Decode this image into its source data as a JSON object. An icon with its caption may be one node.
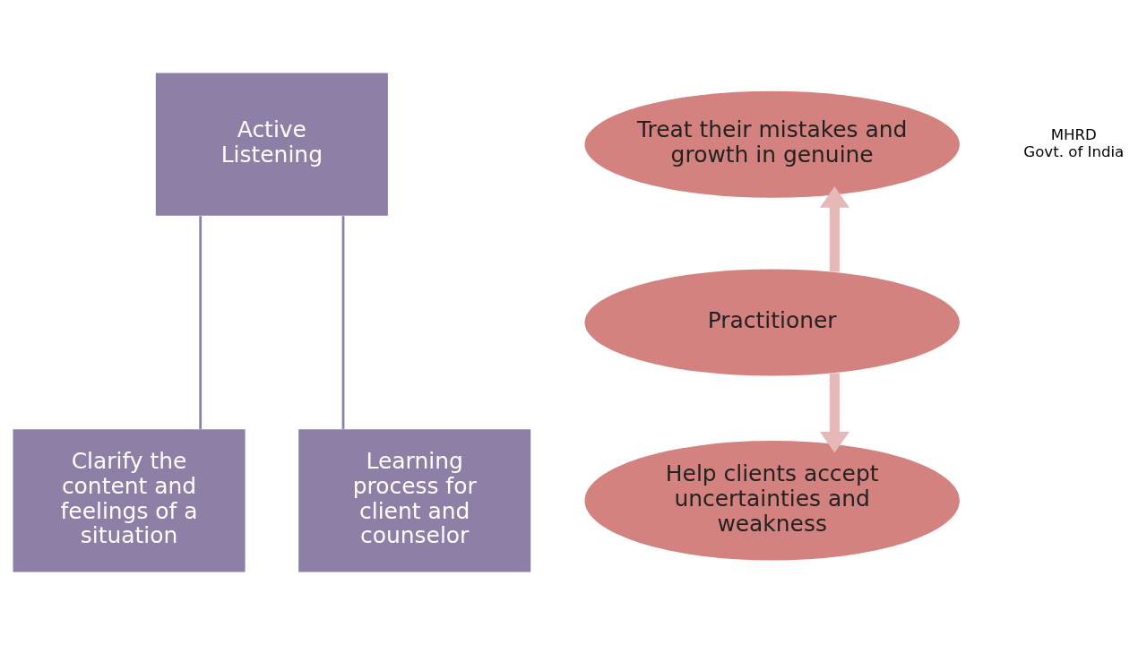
{
  "diagram": {
    "nodes": [
      {
        "text": [
          "Active Listening"
        ]
      },
      {
        "text": [
          "Clarify the content and feelings of a situation"
        ]
      },
      {
        "text": [
          "Learning process for client and counselor"
        ]
      },
      {
        "text": [
          "Treat their mistakes and growth in genuine"
        ]
      },
      {
        "text": [
          "Practitioner"
        ]
      },
      {
        "text": [
          "Help clients accept uncertainties and weakness"
        ]
      }
    ],
    "edges": [
      {
        "from": 0,
        "to": 1,
        "arrow": "none"
      },
      {
        "from": 0,
        "to": 2,
        "arrow": "none"
      },
      {
        "from": 4,
        "to": 3,
        "arrow": "to",
        "style": "thick",
        "color": "#e6b8b7"
      },
      {
        "from": 4,
        "to": 5,
        "arrow": "to",
        "style": "thick",
        "color": "#e6b8b7"
      }
    ],
    "labels": [
      "MHRD",
      "Govt. of India"
    ]
  }
}
